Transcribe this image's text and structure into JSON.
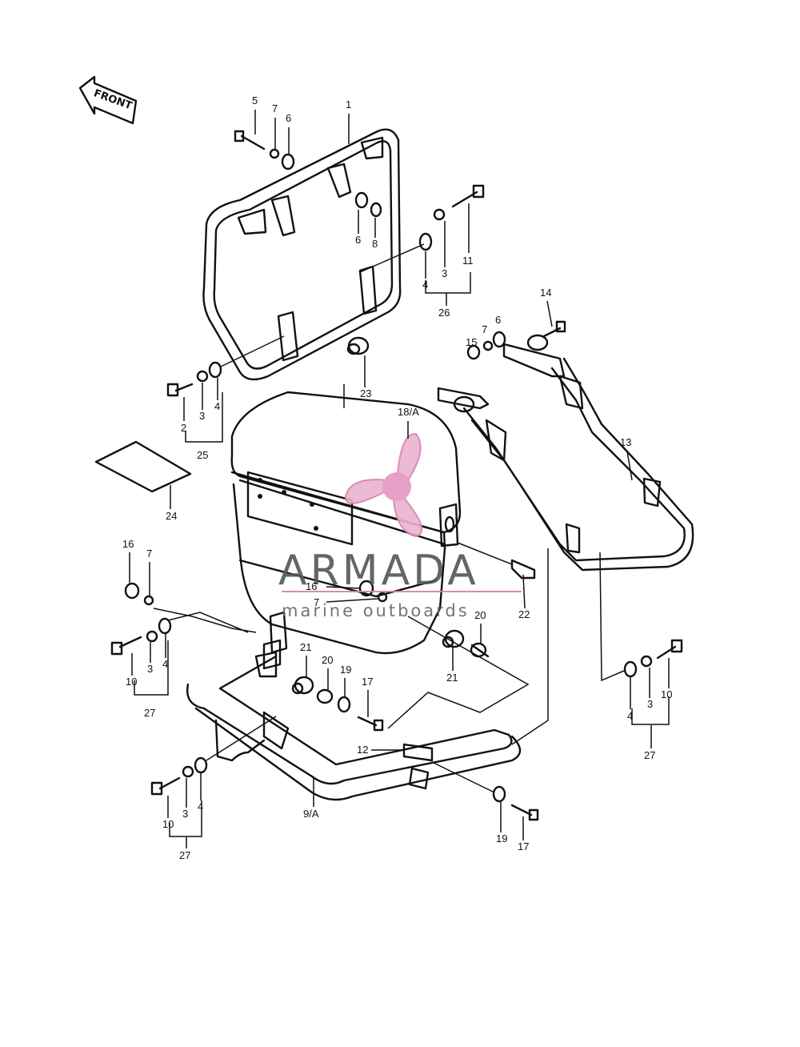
{
  "front_label": "FRONT",
  "watermark": {
    "brand": "ARMADA",
    "tagline": "marine outboards",
    "accent_color": "#d97fb0",
    "text_color": "#555555"
  },
  "callouts": {
    "c1": "1",
    "c5": "5",
    "c7a": "7",
    "c6a": "6",
    "c6b": "6",
    "c8": "8",
    "c4a": "4",
    "c3a": "3",
    "c11": "11",
    "c26": "26",
    "c14": "14",
    "c15": "15",
    "c7b": "7",
    "c6c": "6",
    "c2": "2",
    "c3b": "3",
    "c4b": "4",
    "c25": "25",
    "c23": "23",
    "c18": "18/A",
    "c24": "24",
    "c13": "13",
    "c16a": "16",
    "c7c": "7",
    "c16b": "16",
    "c7d": "7",
    "c22": "22",
    "c20a": "20",
    "c21a": "21",
    "c10a": "10",
    "c3c": "3",
    "c4c": "4",
    "c27a": "27",
    "c21b": "21",
    "c20b": "20",
    "c19a": "19",
    "c17a": "17",
    "c4d": "4",
    "c3d": "3",
    "c10b": "10",
    "c27b": "27",
    "c12": "12",
    "c9": "9/A",
    "c10c": "10",
    "c3e": "3",
    "c4e": "4",
    "c27c": "27",
    "c19b": "19",
    "c17b": "17"
  }
}
